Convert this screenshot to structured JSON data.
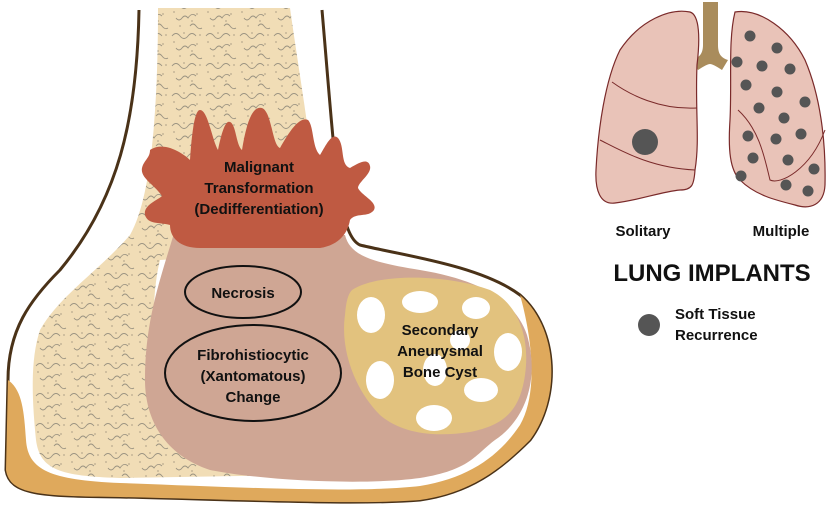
{
  "bone_diagram": {
    "tumor_label": [
      "Malignant",
      "Transformation",
      "(Dedifferentiation)"
    ],
    "necrosis_label": "Necrosis",
    "fibro_label": [
      "Fibrohistiocytic",
      "(Xantomatous)",
      "Change"
    ],
    "abc_label": [
      "Secondary",
      "Aneurysmal",
      "Bone Cyst"
    ]
  },
  "lungs": {
    "left_label": "Solitary",
    "right_label": "Multiple",
    "title": "LUNG IMPLANTS",
    "legend_label": [
      "Soft Tissue",
      "Recurrence"
    ]
  },
  "colors": {
    "tumor": "#bf5a42",
    "tissue": "#cfa694",
    "cancellous": "#f1ddb6",
    "cortex": "#dfa95c",
    "cyst": "#e2c27e",
    "outline": "#4a3218",
    "lung": "#e9c3b8",
    "lung_outline": "#7a2a2a",
    "nodule": "#555555",
    "trachea": "#a98c5c"
  }
}
